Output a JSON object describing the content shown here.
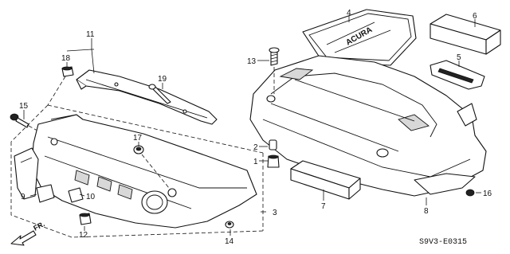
{
  "callouts": {
    "c1": "1",
    "c2": "2",
    "c3": "3",
    "c4": "4",
    "c5": "5",
    "c6": "6",
    "c7": "7",
    "c8": "8",
    "c9": "9",
    "c10": "10",
    "c11": "11",
    "c12": "12",
    "c13": "13",
    "c14": "14",
    "c15": "15",
    "c16": "16",
    "c17": "17",
    "c18": "18",
    "c19": "19"
  },
  "direction_label": "FR.",
  "diagram_code": "S9V3-E0315",
  "emblem_text": "ACURA",
  "icons": {
    "front_arrow": "arrow-left-down-icon"
  }
}
